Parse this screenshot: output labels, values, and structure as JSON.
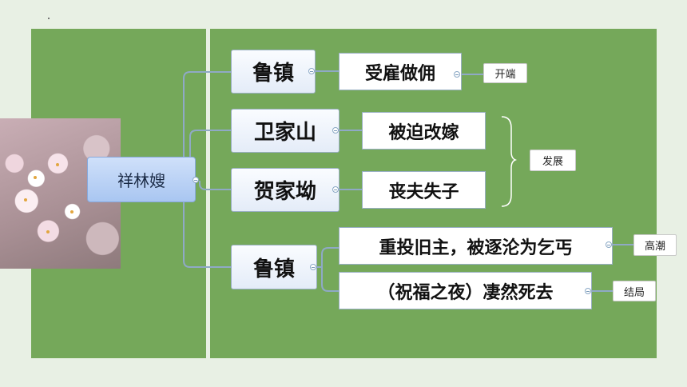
{
  "root": {
    "label": "祥林嫂"
  },
  "places": [
    {
      "id": "place-lu-1",
      "label": "鲁镇"
    },
    {
      "id": "place-wei",
      "label": "卫家山"
    },
    {
      "id": "place-he",
      "label": "贺家坳"
    },
    {
      "id": "place-lu-2",
      "label": "鲁镇"
    }
  ],
  "events": [
    {
      "id": "event-hired",
      "label": "受雇做佣"
    },
    {
      "id": "event-remarried",
      "label": "被迫改嫁"
    },
    {
      "id": "event-bereaved",
      "label": "丧夫失子"
    },
    {
      "id": "event-beggar",
      "label": "重投旧主，被逐沦为乞丐"
    },
    {
      "id": "event-death",
      "label": "（祝福之夜）凄然死去"
    }
  ],
  "stages": [
    {
      "id": "stage-beginning",
      "label": "开端"
    },
    {
      "id": "stage-development",
      "label": "发展"
    },
    {
      "id": "stage-climax",
      "label": "高潮"
    },
    {
      "id": "stage-ending",
      "label": "结局"
    }
  ],
  "colors": {
    "background": "#e8f0e4",
    "panel": "#75a85a",
    "root_fill": "#a9c6f1",
    "connector": "#8fa9c6"
  }
}
